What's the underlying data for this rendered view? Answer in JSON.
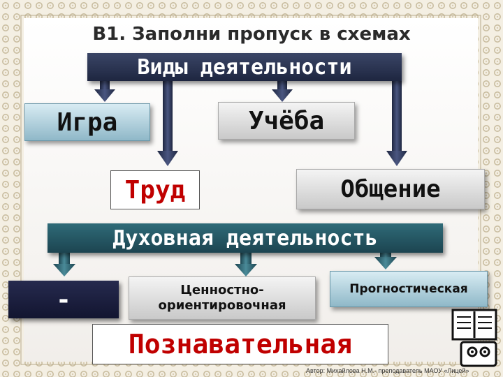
{
  "title": "В1. Заполни пропуск в схемах",
  "top_box": "Виды деятельности",
  "activity_types": {
    "play": "Игра",
    "study": "Учёба",
    "labor": "Труд",
    "communication": "Общение"
  },
  "spiritual_box": "Духовная деятельность",
  "spiritual_types": {
    "blank": "-",
    "value": "Ценностно-ориентировочная",
    "prognostic": "Прогностическая",
    "cognitive": "Познавательная"
  },
  "footer": "Автор: Михайлова Н.М.- преподаватель МАОУ «Лицей»",
  "colors": {
    "navy": "#1e2640",
    "teal": "#1c4450",
    "answer_red": "#c00000"
  }
}
